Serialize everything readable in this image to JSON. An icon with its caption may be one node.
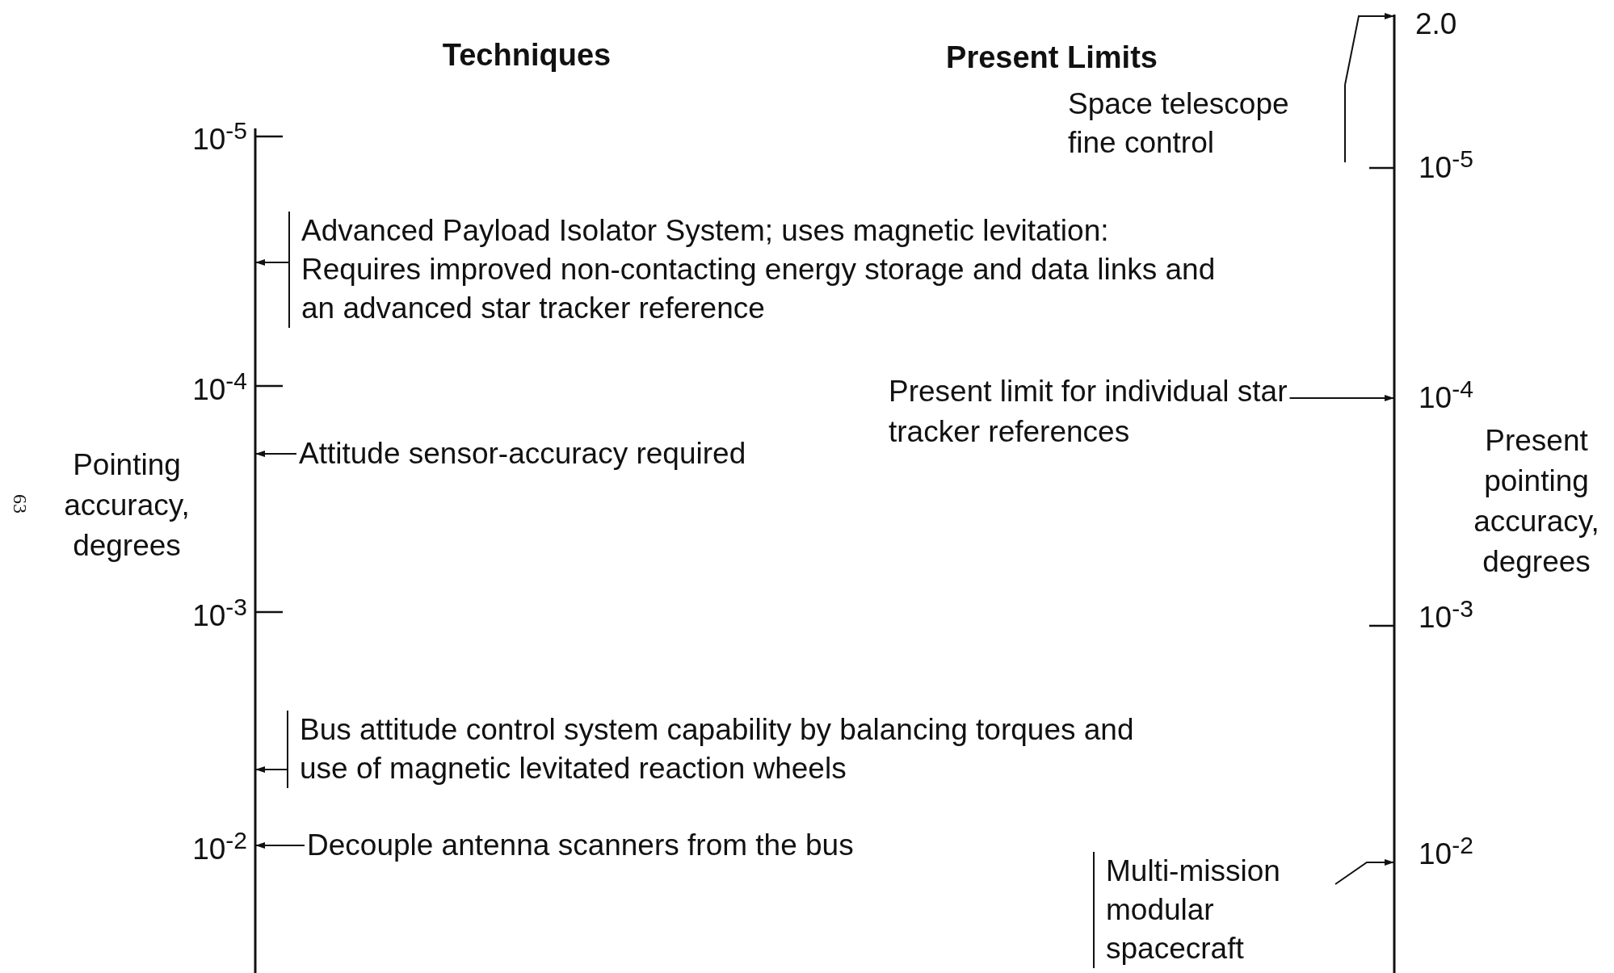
{
  "diagram": {
    "nodes": [
      {
        "text": [
          "Advanced Payload Isolator System; uses magnetic levitation: Requires improved non-contacting energy storage and data links and an advanced star tracker reference"
        ]
      },
      {
        "text": [
          "Attitude sensor-accuracy required"
        ]
      },
      {
        "text": [
          "Bus attitude control system capability by balancing torques and use of magnetic levitated reaction wheels"
        ]
      },
      {
        "text": [
          "Decouple antenna scanners from the bus"
        ]
      },
      {
        "text": [
          "Space telescope fine control"
        ]
      },
      {
        "text": [
          "Present limit for individual star tracker references"
        ]
      },
      {
        "text": [
          "Multi-mission modular spacecraft"
        ]
      },
      {
        "text": [],
        "shape": "line",
        "beside": [
          "10$^{-5}$",
          "10$^{-4}$",
          "10$^{-3}$",
          "10$^{-2}$"
        ]
      },
      {
        "text": [],
        "shape": "line",
        "beside": [
          "2.0",
          "10$^{-5}$",
          "10$^{-4}$",
          "10$^{-3}$",
          "10$^{-2}$"
        ]
      }
    ],
    "edges": [
      {
        "from": 0,
        "to": 7,
        "arrow": "to"
      },
      {
        "from": 1,
        "to": 7,
        "arrow": "to"
      },
      {
        "from": 2,
        "to": 7,
        "arrow": "to"
      },
      {
        "from": 3,
        "to": 7,
        "arrow": "to"
      },
      {
        "from": 4,
        "to": 8,
        "arrow": "to"
      },
      {
        "from": 5,
        "to": 8,
        "arrow": "to"
      },
      {
        "from": 6,
        "to": 8,
        "arrow": "to"
      }
    ],
    "labels": [
      "Techniques",
      "Present Limits",
      "Pointing accuracy, degrees",
      "63",
      "Present pointing accuracy, degrees"
    ]
  }
}
